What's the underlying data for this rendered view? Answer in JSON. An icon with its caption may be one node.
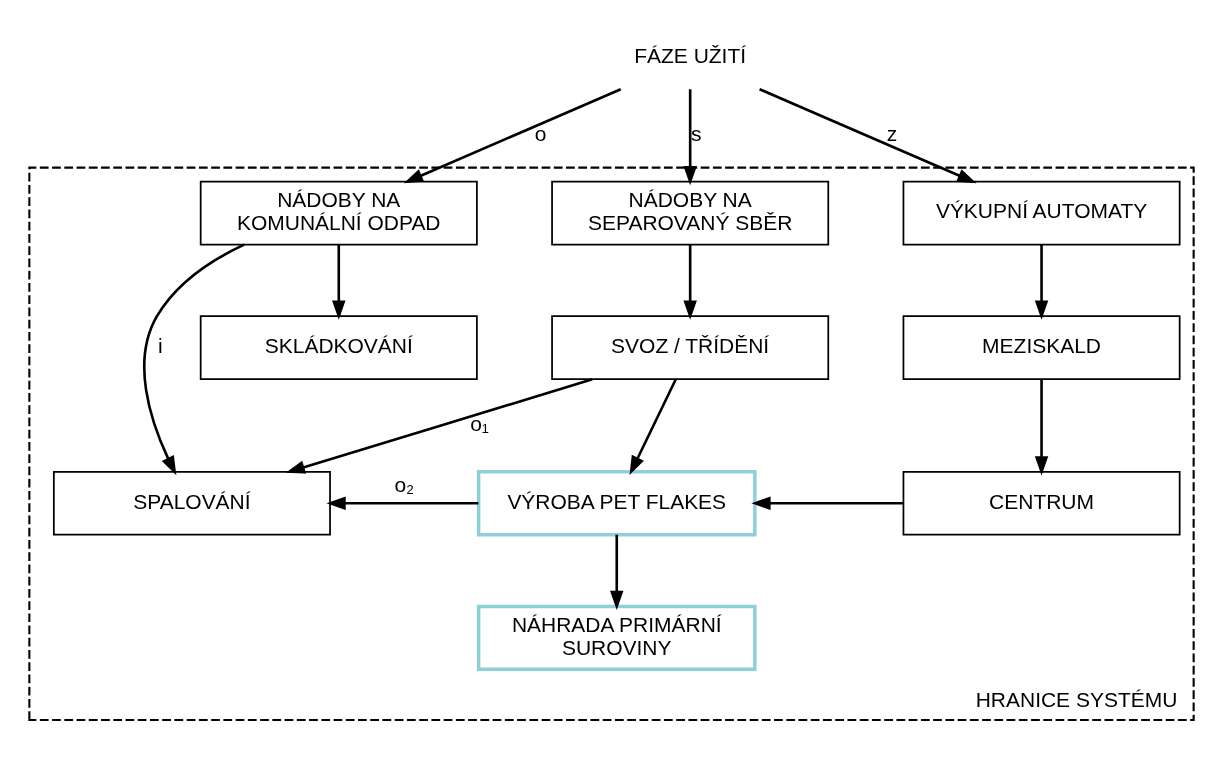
{
  "diagram": {
    "nodes": [
      {
        "text": [
          "FÁZE UŽITÍ"
        ]
      },
      {
        "text": [
          "HRANICE SYSTÉMU"
        ]
      },
      {
        "text": [
          "NÁDOBY NA KOMUNÁLNÍ ODPAD"
        ],
        "in": 1
      },
      {
        "text": [
          "NÁDOBY NA SEPAROVANÝ SBĚR"
        ],
        "in": 1
      },
      {
        "text": [
          "VÝKUPNÍ AUTOMATY"
        ],
        "in": 1
      },
      {
        "text": [
          "SKLÁDKOVÁNÍ"
        ],
        "in": 1
      },
      {
        "text": [
          "SVOZ / TŘÍDĚNÍ"
        ],
        "in": 1
      },
      {
        "text": [
          "MEZISKALD"
        ],
        "in": 1
      },
      {
        "text": [
          "SPALOVÁNÍ"
        ],
        "in": 1
      },
      {
        "text": [
          "VÝROBA PET FLAKES"
        ],
        "in": 1
      },
      {
        "text": [
          "CENTRUM"
        ],
        "in": 1
      },
      {
        "text": [
          "NÁHRADA PRIMÁRNÍ SUROVINY"
        ],
        "in": 1
      }
    ],
    "edges": [
      {
        "from": 0,
        "to": 2,
        "arrow": "to",
        "label": "o"
      },
      {
        "from": 0,
        "to": 3,
        "arrow": "to",
        "label": "s"
      },
      {
        "from": 0,
        "to": 4,
        "arrow": "to",
        "label": "z"
      },
      {
        "from": 2,
        "to": 5,
        "arrow": "to"
      },
      {
        "from": 2,
        "to": 8,
        "arrow": "to",
        "label": "i"
      },
      {
        "from": 3,
        "to": 6,
        "arrow": "to"
      },
      {
        "from": 6,
        "to": 8,
        "arrow": "to",
        "label": "o₁"
      },
      {
        "from": 6,
        "to": 9,
        "arrow": "to"
      },
      {
        "from": 9,
        "to": 8,
        "arrow": "to",
        "label": "o₂"
      },
      {
        "from": 4,
        "to": 7,
        "arrow": "to"
      },
      {
        "from": 7,
        "to": 10,
        "arrow": "to"
      },
      {
        "from": 10,
        "to": 9,
        "arrow": "to"
      },
      {
        "from": 9,
        "to": 11,
        "arrow": "to"
      }
    ]
  }
}
